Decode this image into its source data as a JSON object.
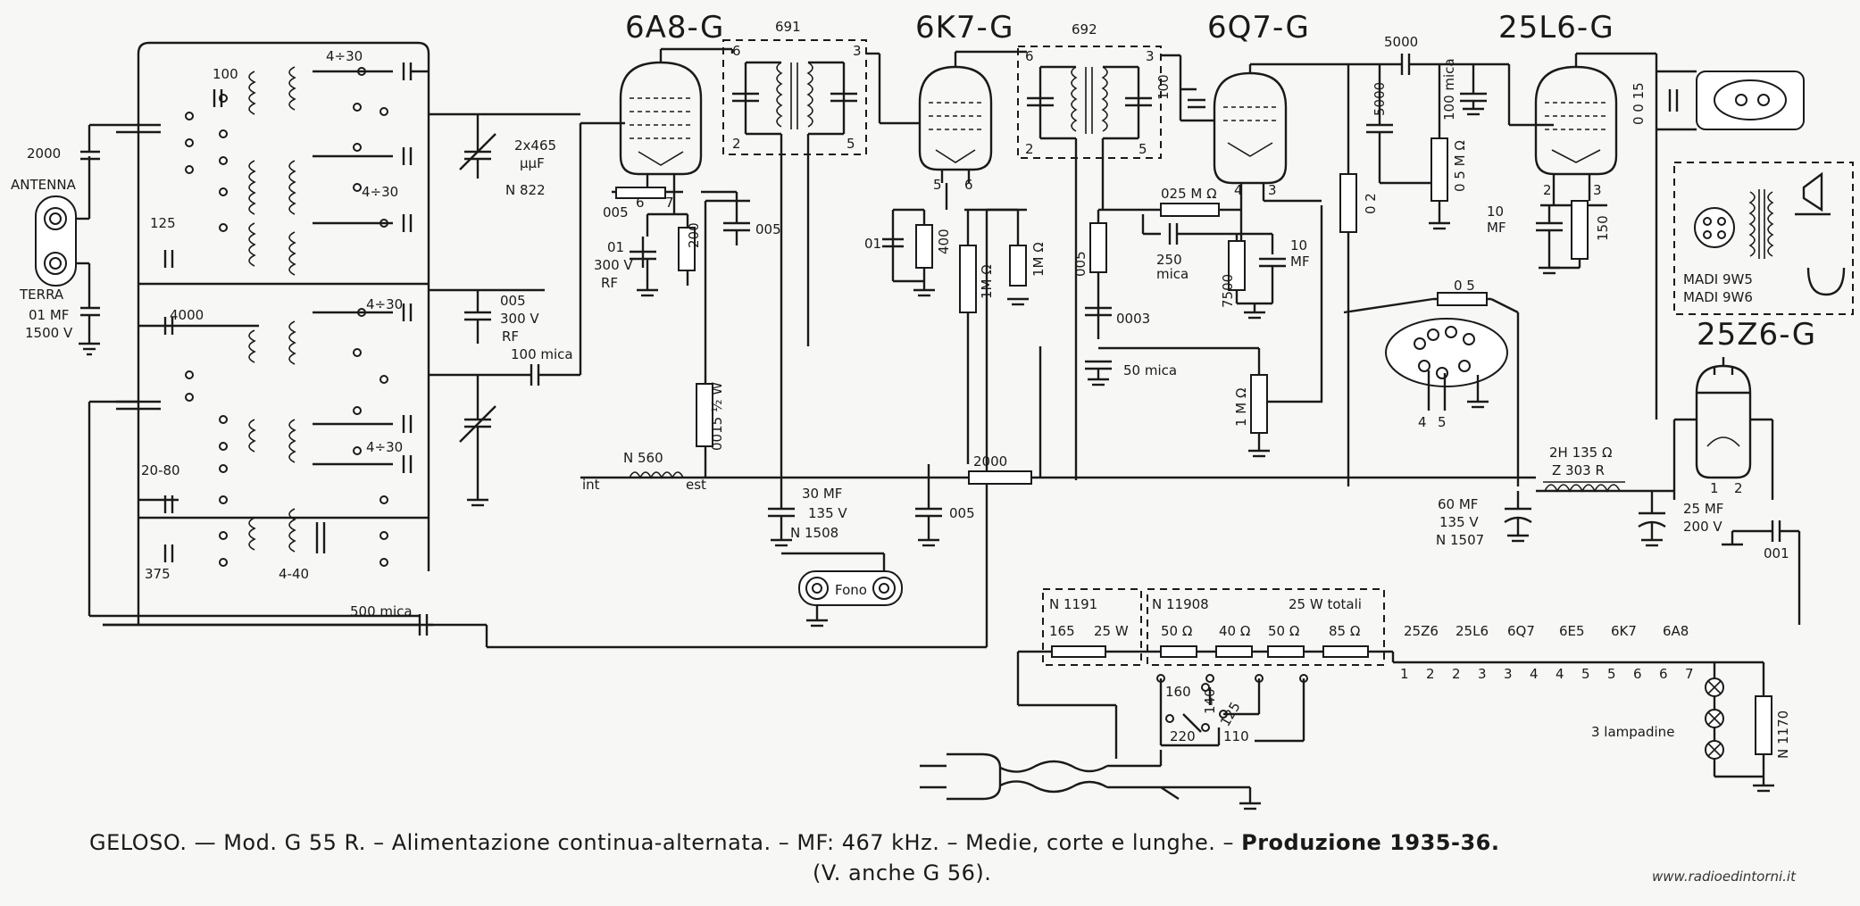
{
  "tubes": {
    "t1": "6A8-G",
    "t2": "6K7-G",
    "t3": "6Q7-G",
    "t4": "25L6-G",
    "t5": "25Z6-G"
  },
  "transformers": {
    "if1": "691",
    "if2": "692"
  },
  "labels": {
    "antenna": "ANTENNA",
    "terra": "TERRA",
    "c_ant": "2000",
    "c_terra": "01 MF",
    "c_terra_v": "1500 V",
    "c100": "100",
    "c125": "125",
    "c4000": "4000",
    "c2080": "20-80",
    "c375": "375",
    "trim1": "4÷30",
    "trim2": "4÷30",
    "trim3": "4÷30",
    "trim4": "4÷30",
    "trim5": "4-40",
    "gang": "2x465",
    "gang_unit": "μμF",
    "gang_n": "N 822",
    "c005a": "005",
    "c005a_v": "300 V",
    "c005a_rf": "RF",
    "c100mica": "100 mica",
    "c500mica": "500 mica",
    "c01_300": "01",
    "c01_300v": "300 V",
    "c01_rf": "RF",
    "c005b": "005",
    "r200": "200",
    "c005c": "005",
    "r0015": "0015 ½ W",
    "coil_n560": "N 560",
    "int": "int",
    "est": "est",
    "c30mf": "30 MF",
    "c30mf_v": "135 V",
    "c30mf_n": "N 1508",
    "fono": "Fono",
    "c01_k7": "01",
    "r400": "400",
    "r1m_a": "1M Ω",
    "r1m_b": "1M Ω",
    "c005d": "005",
    "c005e": "005",
    "r2000": "2000",
    "c100b": "100",
    "r025m": "025 M Ω",
    "c250mica": "250",
    "c250mica2": "mica",
    "c0003": "0003",
    "c50mica": "50 mica",
    "r7500": "7500",
    "c10mf": "10",
    "c10mf2": "MF",
    "r1m_vol": "1 M Ω",
    "c5000a": "5000",
    "c5000b": "5000",
    "c100mica2": "100 mica",
    "r02": "0 2",
    "r05m": "0 5 M Ω",
    "c0015": "0 0 15",
    "c10mf_b": "10",
    "c10mf_b2": "MF",
    "r150": "150",
    "madi1": "MADI 9W5",
    "madi2": "MADI 9W6",
    "r05": "0 5",
    "pin4": "4",
    "pin5": "5",
    "pin1": "1",
    "pin2": "2",
    "pin3": "3",
    "pin6": "6",
    "pin7": "7",
    "choke": "2H 135 Ω",
    "choke_n": "Z 303 R",
    "c60mf": "60 MF",
    "c60mf_v": "135 V",
    "c60mf_n": "N 1507",
    "c25mf": "25 MF",
    "c25mf_v": "200 V",
    "c001": "001",
    "n1191": "N 1191",
    "n11908": "N 11908",
    "r165": "165",
    "r25w": "25 W",
    "r50a": "50 Ω",
    "r40": "40 Ω",
    "r25w_tot": "25 W  totali",
    "r50b": "50 Ω",
    "r85": "85 Ω",
    "v160": "160",
    "v140": "140",
    "v125": "125",
    "v220": "220",
    "v110": "110",
    "lamp": "3 lampadine",
    "n1170": "N 1170",
    "heater_seq": [
      "25Z6",
      "25L6",
      "6Q7",
      "6E5",
      "6K7",
      "6A8"
    ],
    "heater_pins": [
      "1",
      "2",
      "2",
      "3",
      "3",
      "4",
      "4",
      "5",
      "5",
      "6",
      "6",
      "7"
    ]
  },
  "caption": {
    "line1_a": "GELOSO. — Mod. G 55 R. – Alimentazione continua-alternata. – MF: 467 kHz. – Medie, corte e lunghe. – ",
    "line1_b": "Produzione 1935-36.",
    "line2": "(V. anche G 56)."
  },
  "watermark": "www.radioedintorni.it"
}
